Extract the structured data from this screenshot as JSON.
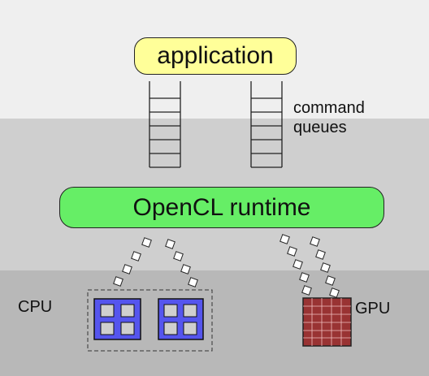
{
  "application": {
    "label": "application",
    "color": "#ffff99"
  },
  "runtime": {
    "label": "OpenCL runtime",
    "color": "#66ee66"
  },
  "queues": {
    "label_line1": "command",
    "label_line2": "queues"
  },
  "devices": {
    "cpu": {
      "label": "CPU",
      "color": "#5555ee"
    },
    "gpu": {
      "label": "GPU",
      "color": "#993333"
    }
  }
}
